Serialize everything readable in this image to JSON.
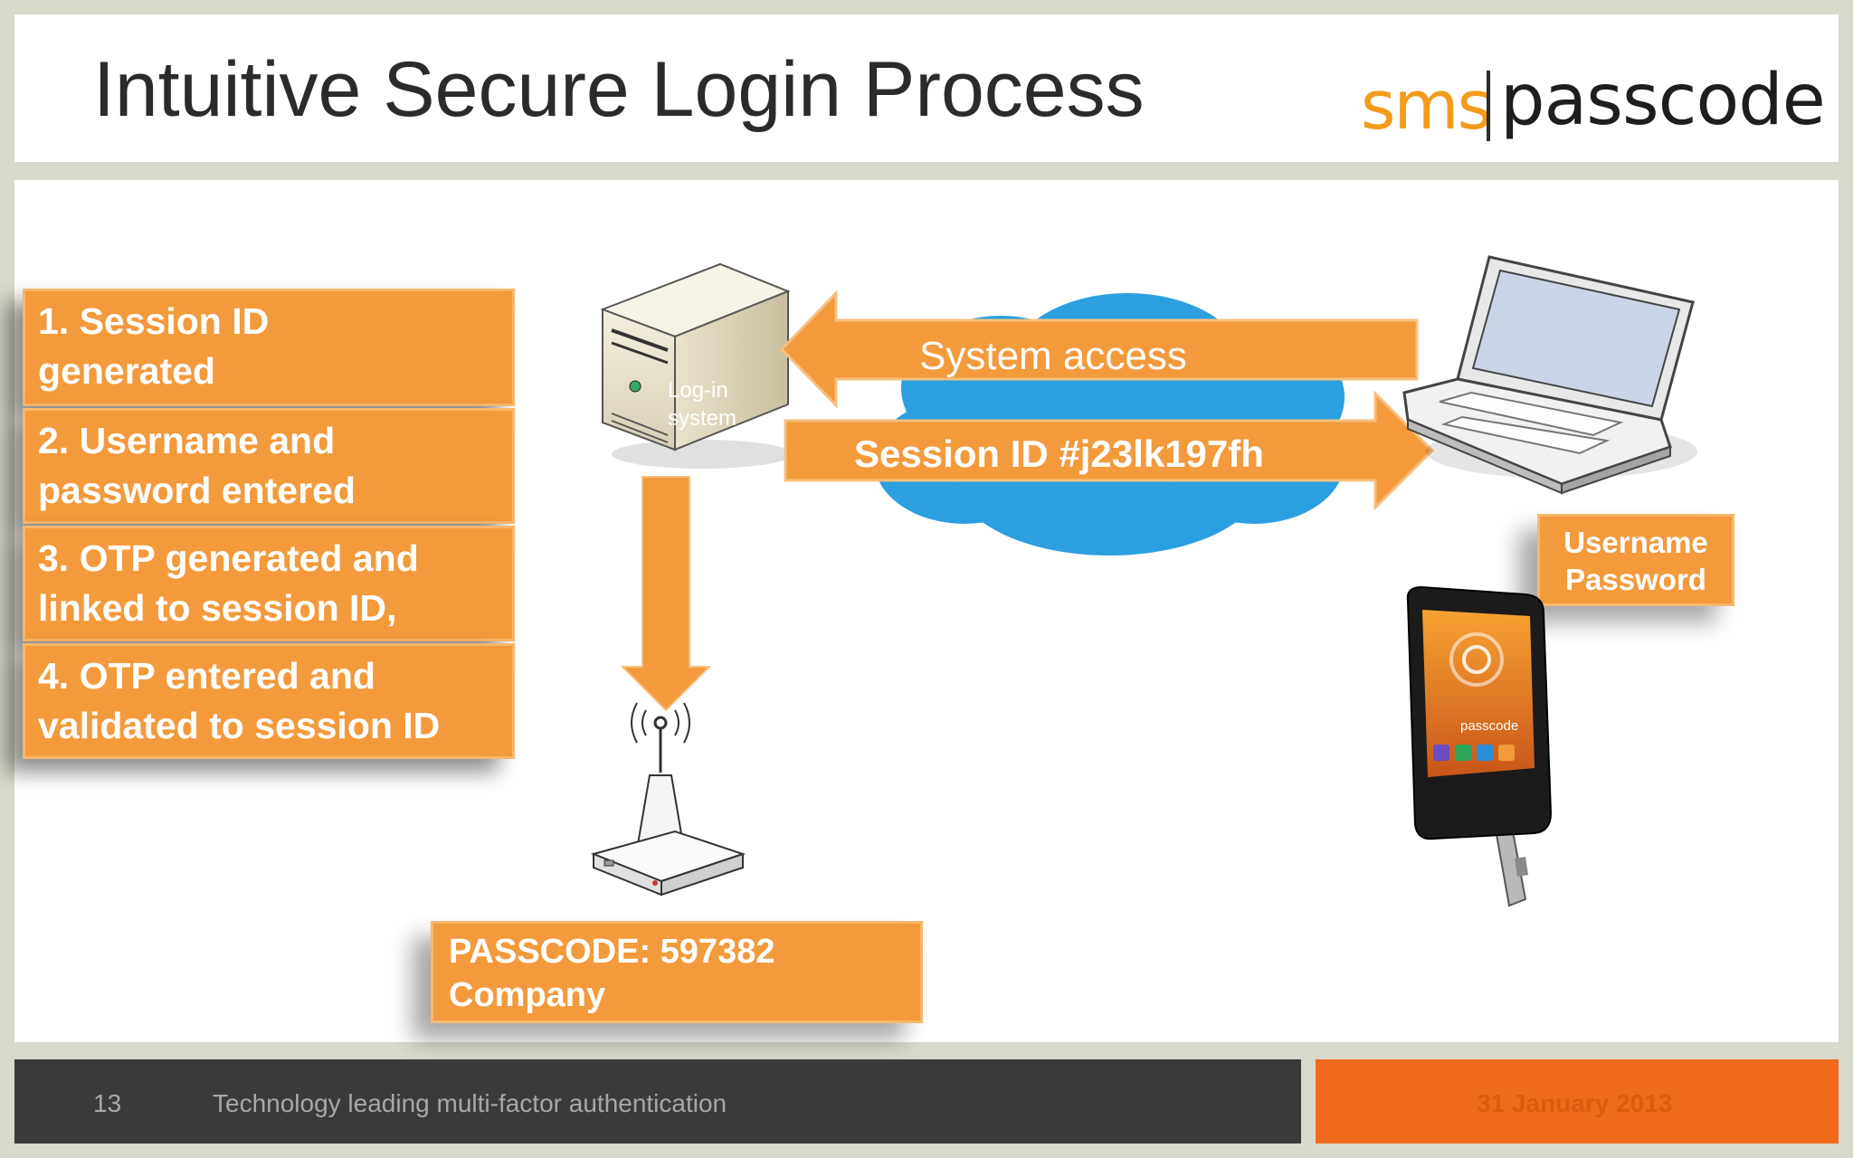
{
  "title": "Intuitive Secure Login Process",
  "logo": {
    "left": "sms",
    "right": "passcode"
  },
  "steps": [
    {
      "line1": "1. Session ID",
      "line2": "generated"
    },
    {
      "line1": "2. Username and",
      "line2": "password entered"
    },
    {
      "line1": "3. OTP generated and",
      "line2": "linked to session ID,"
    },
    {
      "line1": "4. OTP entered and",
      "line2": "validated to session ID"
    }
  ],
  "server_label": {
    "line1": "Log-in",
    "line2": "system"
  },
  "arrows": {
    "system_access": "System access",
    "session_id": "Session ID #j23lk197fh"
  },
  "credentials": {
    "line1": "Username",
    "line2": "Password"
  },
  "passcode_box": {
    "line1": "PASSCODE: 597382",
    "line2": "Company"
  },
  "phone_screen": {
    "brand": "passcode"
  },
  "footer": {
    "page_number": "13",
    "tagline": "Technology leading multi-factor authentication",
    "date": "31 January 2013"
  },
  "colors": {
    "accent": "#f39a3c",
    "cloud": "#2b9fe0",
    "footer_dark": "#3a3a3a",
    "footer_orange": "#f06a1d"
  }
}
